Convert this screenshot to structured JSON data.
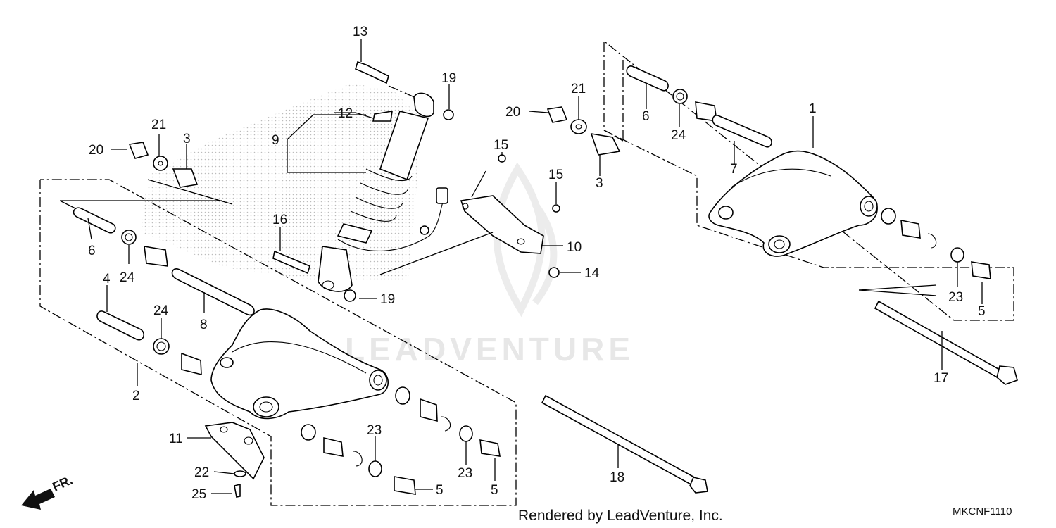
{
  "watermark": "LEADVENTURE",
  "footer_text": "Rendered by LeadVenture, Inc.",
  "diagram_code": "MKCNF1110",
  "direction_label": "FR.",
  "callouts": [
    "1",
    "2",
    "3",
    "3",
    "4",
    "5",
    "5",
    "5",
    "6",
    "6",
    "7",
    "8",
    "9",
    "10",
    "11",
    "12",
    "13",
    "14",
    "15",
    "15",
    "16",
    "17",
    "18",
    "19",
    "19",
    "20",
    "20",
    "21",
    "21",
    "22",
    "23",
    "23",
    "23",
    "24",
    "24",
    "24",
    "25"
  ]
}
